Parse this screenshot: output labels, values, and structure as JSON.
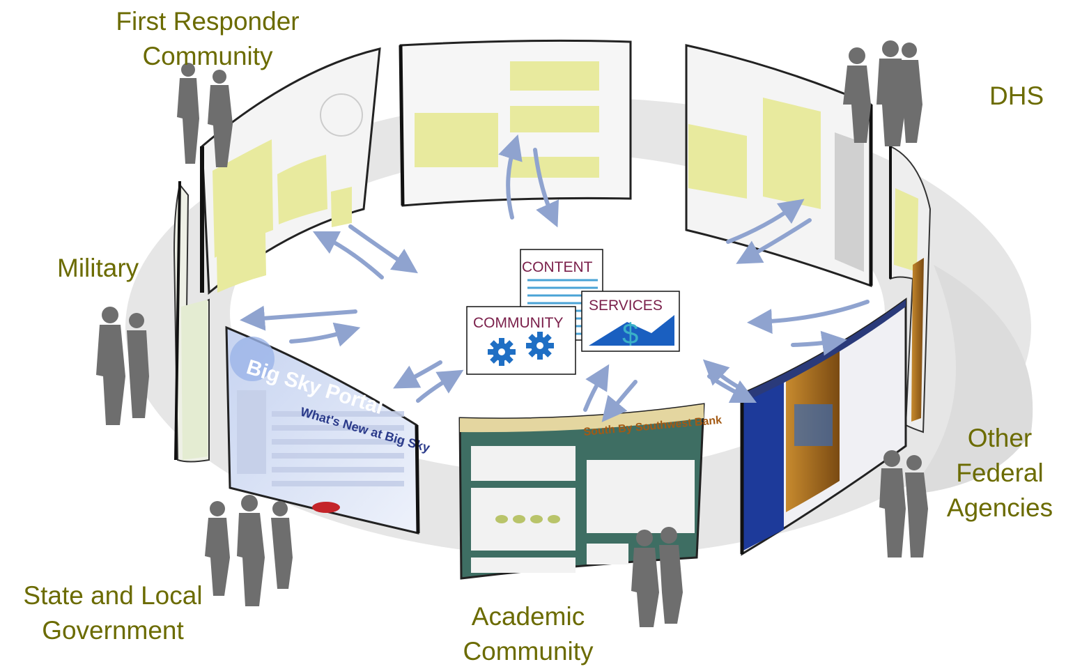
{
  "audience_labels": {
    "first_responder": [
      "First Responder",
      "Community"
    ],
    "dhs": "DHS",
    "military": "Military",
    "other_federal": [
      "Other",
      "Federal",
      "Agencies"
    ],
    "state_local": [
      "State and Local",
      "Government"
    ],
    "academic": [
      "Academic",
      "Community"
    ]
  },
  "hub": {
    "content_label": "CONTENT",
    "services_label": "SERVICES",
    "community_label": "COMMUNITY"
  },
  "screens": {
    "big_sky_title": "Big Sky Portal",
    "big_sky_heading": "What's New at Big Sky",
    "bank_title": "South By Southwest Bank"
  },
  "colors": {
    "label_text": "#6b6b00",
    "hub_text": "#7a1f4a",
    "arrow": "#8fa3cf",
    "highlight": "#e8ea9e",
    "silhouette": "#6e6e6e",
    "ring_shadow": "#e3e3e3"
  }
}
